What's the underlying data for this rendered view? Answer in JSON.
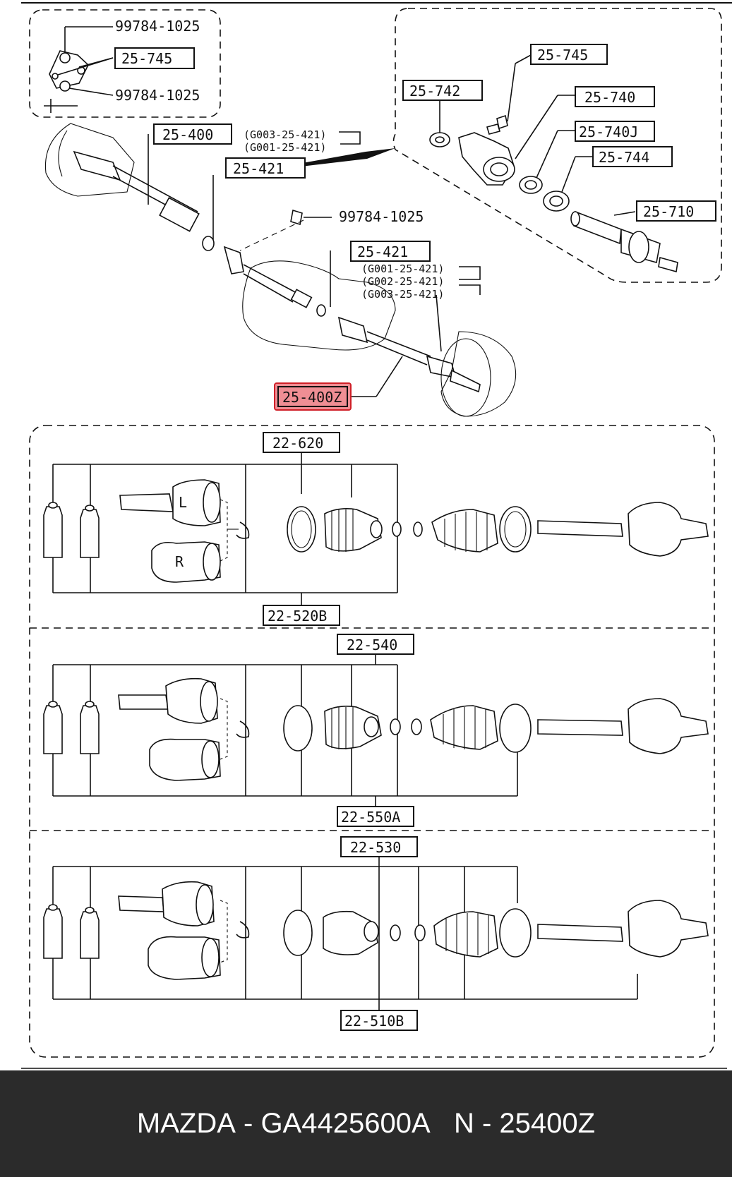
{
  "callouts": {
    "top_left_bolt_top": "99784-1025",
    "top_left_bracket": "25-745",
    "top_left_bolt_bottom": "99784-1025",
    "shaft_left": "25-400",
    "shaft_left_note1": "(G003-25-421)",
    "shaft_left_note2": "(G001-25-421)",
    "clip_left": "25-421",
    "bolt_mid": "99784-1025",
    "clip_right": "25-421",
    "clip_right_note1": "(G001-25-421)",
    "clip_right_note2": "(G002-25-421)",
    "clip_right_note3": "(G003-25-421)",
    "shaft_right_highlight": "25-400Z",
    "inset_bracket": "25-745",
    "inset_washer": "25-742",
    "inset_bearing": "25-740",
    "inset_bearing_j": "25-740J",
    "inset_seal": "25-744",
    "inset_joint_shaft": "25-710"
  },
  "kits": {
    "kit1_top": "22-620",
    "kit1_bottom": "22-520B",
    "kit1_marker_l": "L",
    "kit1_marker_r": "R",
    "kit2_top": "22-540",
    "kit2_bottom": "22-550A",
    "kit3_top": "22-530",
    "kit3_bottom": "22-510B"
  },
  "highlight_color": "#e2323c",
  "footer": {
    "brand": "MAZDA",
    "separator": " - ",
    "oem_number": "GA4425600A",
    "gap": "   ",
    "prefix": "N",
    "separator2": " - ",
    "part_code": "25400Z"
  }
}
